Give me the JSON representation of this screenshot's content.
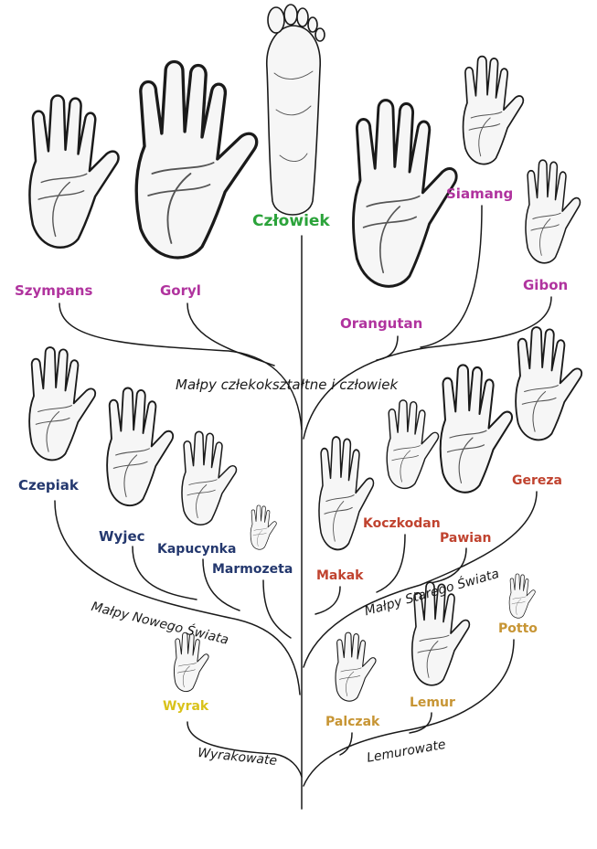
{
  "colors": {
    "human": "#2ba33a",
    "apes": "#b0339e",
    "new_world": "#24386e",
    "old_world": "#c0432f",
    "tarsier": "#d9c21a",
    "lemur": "#c79534",
    "line": "#1a1a1a"
  },
  "icons": [
    "hand-illustration",
    "foot-illustration"
  ],
  "groups": {
    "apes_and_human": "Małpy człekokształtne i człowiek",
    "new_world": "Małpy Nowego Świata",
    "old_world": "Małpy Starego Świata",
    "tarsiers": "Wyrakowate",
    "lemurs": "Lemurowate"
  },
  "species": {
    "human": "Człowiek",
    "chimpanzee": "Szympans",
    "gorilla": "Goryl",
    "orangutan": "Orangutan",
    "siamang": "Siamang",
    "gibbon": "Gibon",
    "spider_monkey": "Czepiak",
    "howler": "Wyjec",
    "capuchin": "Kapucynka",
    "marmoset": "Marmozeta",
    "macaque": "Makak",
    "langur": "Koczkodan",
    "baboon": "Pawian",
    "colobus": "Gereza",
    "tarsier": "Wyrak",
    "aye_aye": "Palczak",
    "lemur": "Lemur",
    "potto": "Potto"
  }
}
